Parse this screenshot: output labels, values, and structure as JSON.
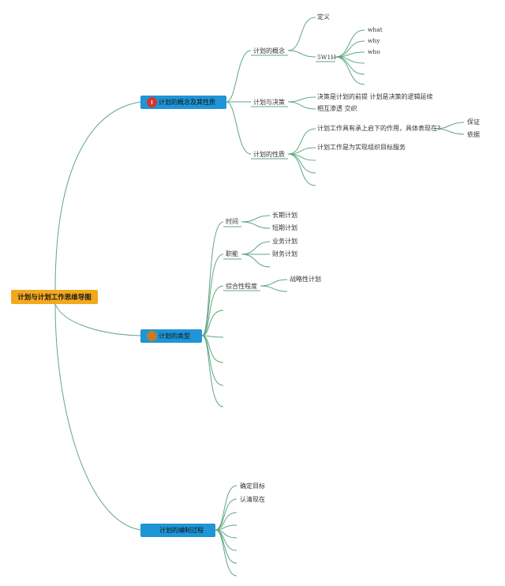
{
  "colors": {
    "root": "#f3a91d",
    "topic": "#1e95d6",
    "line": "#5fa783",
    "badge_warn": "#d9342b",
    "badge_brown": "#c87a2a"
  },
  "root": {
    "label": "计划与计划工作思维导图"
  },
  "topics": [
    {
      "label": "计划的概念及其性质",
      "badge_icon": "exclamation-badge-icon",
      "badge_text": "!"
    },
    {
      "label": "计划的类型",
      "badge_icon": "brown-circle-badge-icon"
    },
    {
      "label": "计划的编制过程"
    }
  ],
  "t1": {
    "concept": {
      "label": "计划的概念",
      "definition": "定义",
      "w5h1": "5W1H",
      "w5h1_items": [
        "what",
        "why",
        "who"
      ]
    },
    "decision": {
      "label": "计划与决策",
      "items": [
        "决策是计划的前提 计划是决策的逻辑延续",
        "相互渗透 交织"
      ]
    },
    "nature": {
      "label": "计划的性质",
      "items": [
        "计划工作具有承上启下的作用，具体表现在?",
        "计划工作是为实现组织目标服务"
      ],
      "sub_items": [
        "保证",
        "依据"
      ]
    }
  },
  "t2": {
    "time": {
      "label": "时间",
      "items": [
        "长期计划",
        "短期计划"
      ]
    },
    "function": {
      "label": "职能",
      "items": [
        "业务计划",
        "财务计划"
      ]
    },
    "comprehensive": {
      "label": "综合性程度",
      "items": [
        "战略性计划"
      ]
    }
  },
  "t3": {
    "items": [
      "确定目标",
      "认清现在"
    ]
  }
}
